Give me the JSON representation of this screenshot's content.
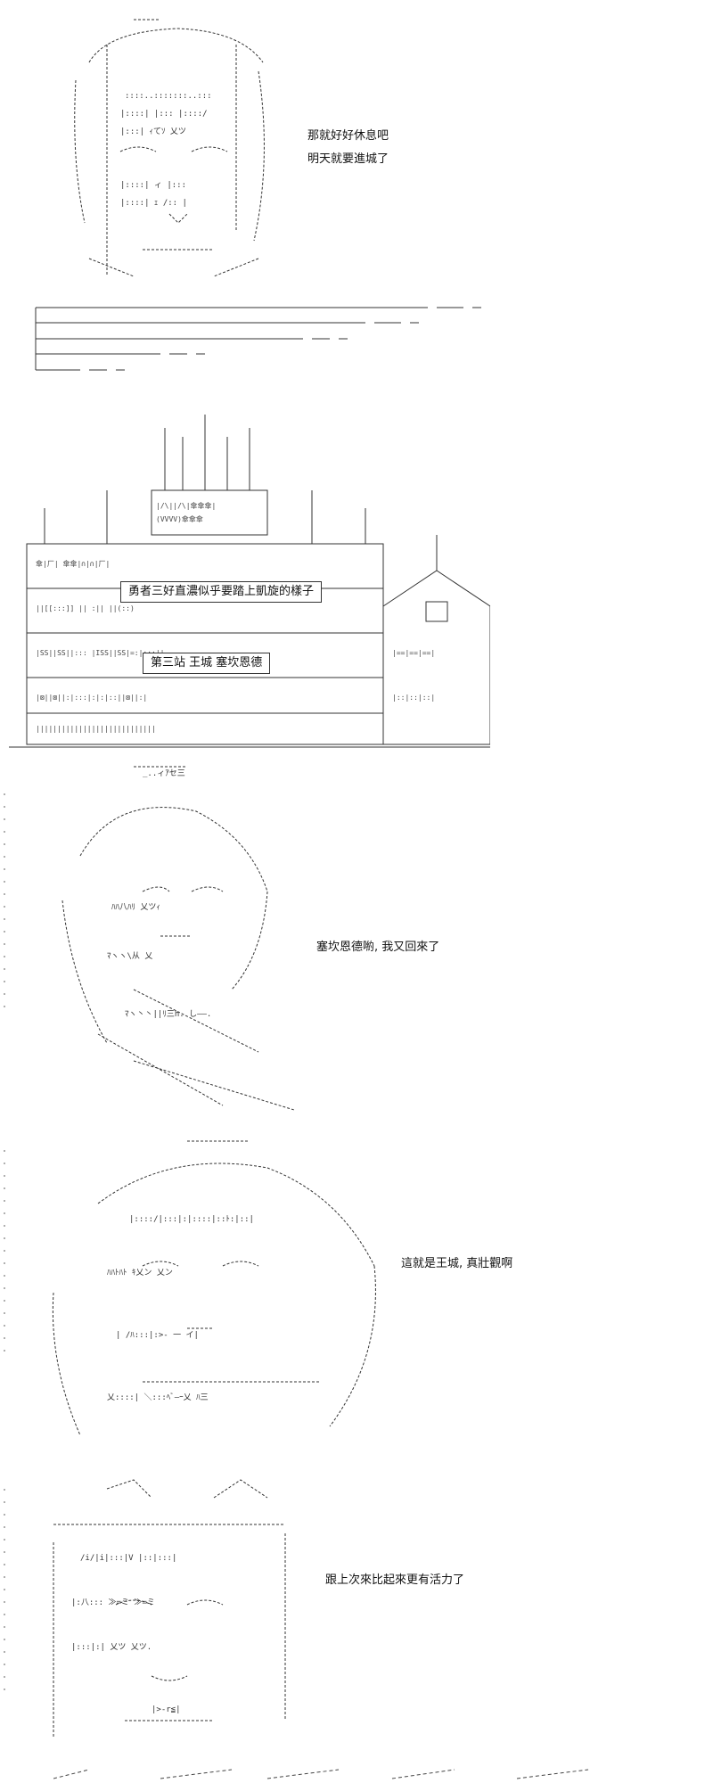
{
  "panels": [
    {
      "caption_lines": [
        "那就好好休息吧",
        "明天就要進城了"
      ]
    },
    {
      "sign_top": "勇者三好直濃似乎要踏上凱旋的樣子",
      "sign_bottom": "第三站 王城 塞坎恩德"
    },
    {
      "caption_lines": [
        "塞坎恩德喲, 我又回來了"
      ]
    },
    {
      "caption_lines": [
        "這就是王城, 真壯觀啊"
      ]
    },
    {
      "caption_lines": [
        "跟上次來比起來更有活力了"
      ]
    }
  ],
  "colors": {
    "ink": "#111111",
    "line": "#333333",
    "faint": "#b0b0b0",
    "background": "#ffffff"
  },
  "icons": [
    "ascii-art-face-icon",
    "ascii-art-castle-icon",
    "ascii-art-character-icon"
  ]
}
